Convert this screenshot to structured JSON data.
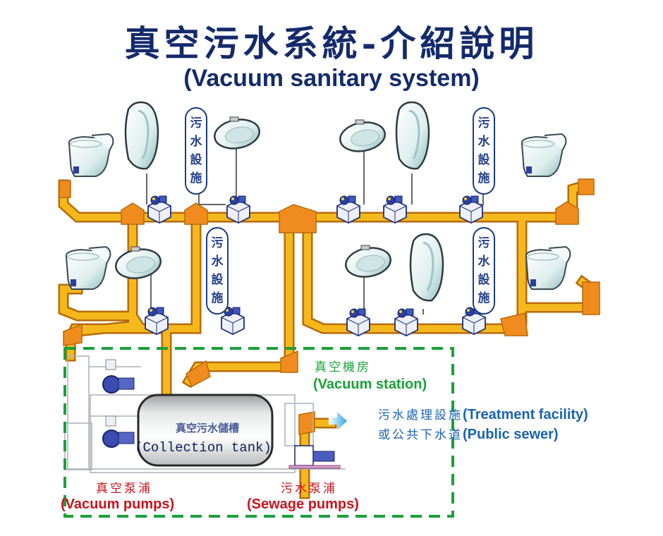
{
  "title": {
    "chinese": "真空污水系統-介紹說明",
    "english": "(Vacuum sanitary system)"
  },
  "facility_label": "污水設施",
  "collection_tank": {
    "chinese": "真空污水儲槽",
    "english": "(Collection tank)"
  },
  "vacuum_station": {
    "chinese": "真空機房",
    "english": "(Vacuum station)"
  },
  "vacuum_pumps": {
    "chinese": "真空泵浦",
    "english": "(Vacuum pumps)"
  },
  "sewage_pumps": {
    "chinese": "污水泵浦",
    "english": "(Sewage pumps)"
  },
  "destination": {
    "line1_chinese": "污水處理設施",
    "line1_english": "(Treatment facility)",
    "line2_chinese": "或公共下水道",
    "line2_english": "(Public sewer)"
  },
  "colors": {
    "title": "#142a6b",
    "pipe_main": "#f5b81c",
    "pipe_fitting": "#f08c1e",
    "station_border": "#1aa03a",
    "pump_label": "#c8141e",
    "destination_label": "#1a63b0",
    "flow_arrow": "#3aaee8"
  },
  "fixtures": [
    {
      "type": "toilet",
      "position": "upper-left"
    },
    {
      "type": "urinal",
      "position": "upper-left"
    },
    {
      "type": "sink",
      "position": "upper-left"
    },
    {
      "type": "toilet",
      "position": "lower-left"
    },
    {
      "type": "sink",
      "position": "lower-left"
    },
    {
      "type": "sink",
      "position": "upper-right"
    },
    {
      "type": "urinal",
      "position": "upper-right"
    },
    {
      "type": "toilet",
      "position": "upper-right"
    },
    {
      "type": "sink",
      "position": "lower-right"
    },
    {
      "type": "urinal",
      "position": "lower-right"
    },
    {
      "type": "toilet",
      "position": "lower-right"
    }
  ]
}
